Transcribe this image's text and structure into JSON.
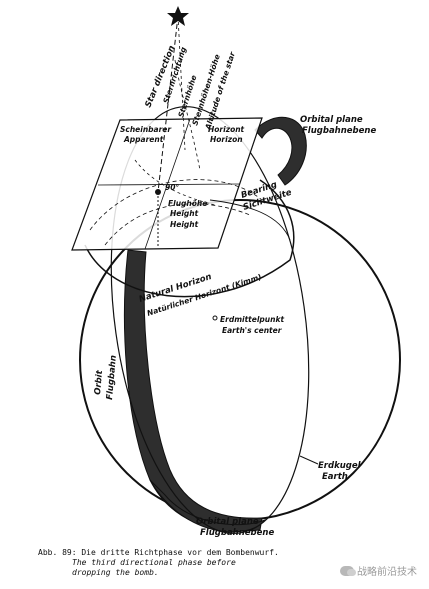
{
  "labels": {
    "star_direction": "Star direction",
    "sternrichtung": "Sternrichtung",
    "sternhohe": "Sternhöhe",
    "altitude_star": "Altitude of the star",
    "sternhohe2": "Sternhöhen-Höhe",
    "scheinbarer": "Scheinbarer",
    "apparent": "Apparent",
    "horizont": "Horizont",
    "horizon": "Horizon",
    "orbital_plane_top": "Orbital plane",
    "flugbahnebene_top": "Flugbahnebene",
    "flughohe": "Flughöhe",
    "height1": "Height",
    "height2": "Height",
    "bearing": "Bearing",
    "sichtweite": "Sichtweite",
    "natural_horizon": "Natural Horizon",
    "naturlicher": "Natürlicher Horizont (Kimm)",
    "erdmittelpunkt": "Erdmittelpunkt",
    "earth_center": "Earth's center",
    "orbit": "Orbit",
    "flugbahn": "Flugbahn",
    "erdkugel": "Erdkugel",
    "earth": "Earth",
    "orbital_plane_bottom": "Orbital plane",
    "flugbahnebene_bottom": "Flugbahnebene",
    "deg_label": "90°"
  },
  "caption": {
    "german": "Abb. 89: Die dritte Richtphase vor dem Bombenwurf.",
    "english_1": "The third directional phase before",
    "english_2": "dropping the bomb."
  },
  "watermark": {
    "text": "战略前沿技术",
    "icon": "wechat-icon"
  },
  "colors": {
    "ink": "#111111",
    "band": "#2e2e2e",
    "watermark": "#9a9a9a"
  }
}
